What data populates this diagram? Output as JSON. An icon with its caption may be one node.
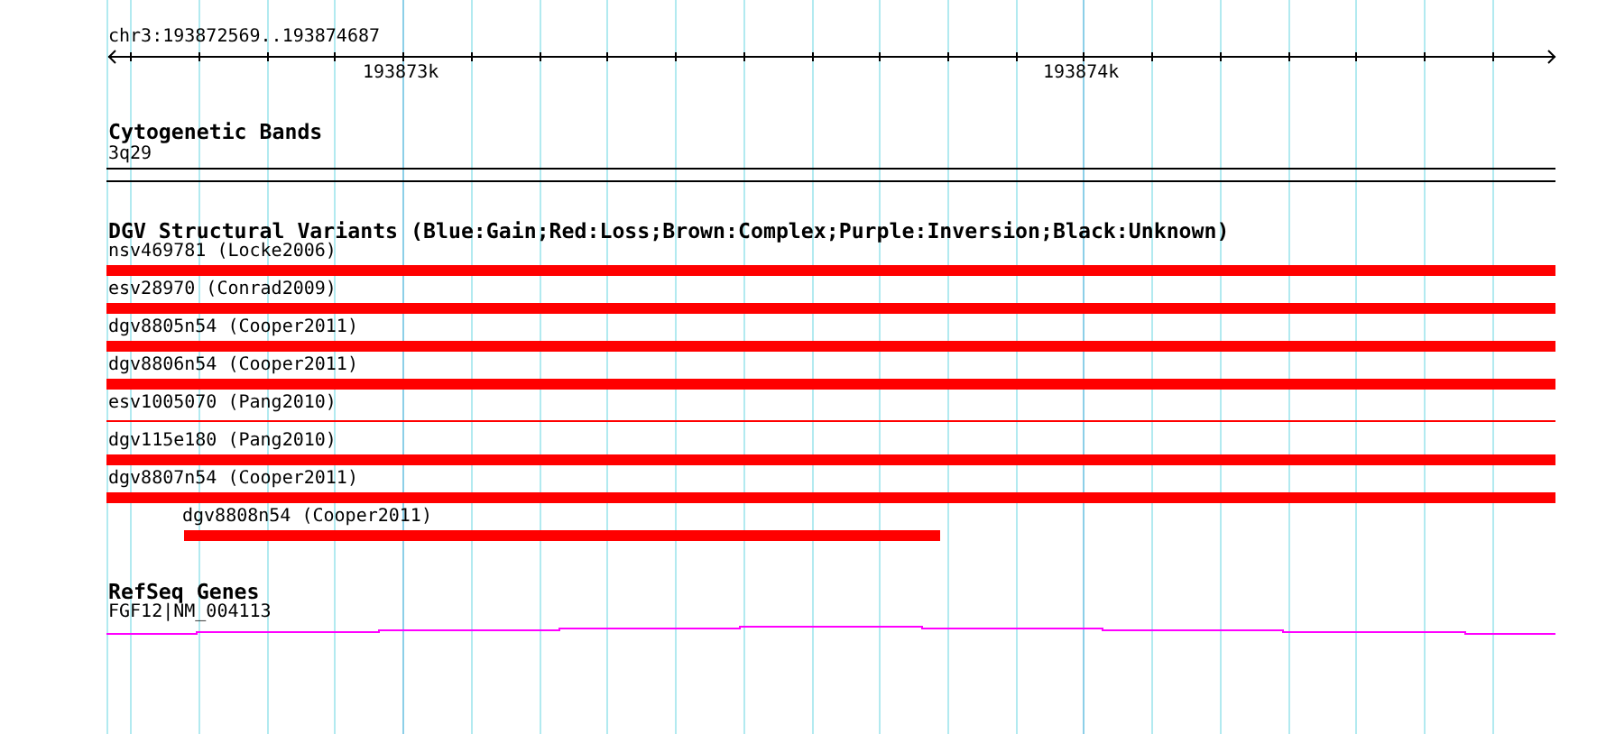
{
  "diagram": {
    "nodes": [
      {
        "text": [
          "3q29"
        ]
      },
      {
        "text": [
          "nsv469781 (Locke2006)"
        ]
      },
      {
        "text": [
          "esv28970 (Conrad2009)"
        ]
      },
      {
        "text": [
          "dgv8805n54 (Cooper2011)"
        ]
      },
      {
        "text": [
          "dgv8806n54 (Cooper2011)"
        ]
      },
      {
        "text": [
          "esv1005070 (Pang2010)"
        ]
      },
      {
        "text": [
          "dgv115e180 (Pang2010)"
        ]
      },
      {
        "text": [
          "dgv8807n54 (Cooper2011)"
        ]
      },
      {
        "text": [
          "dgv8808n54 (Cooper2011)"
        ]
      },
      {
        "text": [
          "FGF12|NM_004113"
        ]
      }
    ],
    "edges": [],
    "labels": [
      "chr3:193872569..193874687",
      "193873k",
      "193874k",
      "Cytogenetic Bands",
      "DGV Structural Variants (Blue:Gain;Red:Loss;Brown:Complex;Purple:Inversion;Black:Unknown)",
      "RefSeq Genes"
    ]
  }
}
